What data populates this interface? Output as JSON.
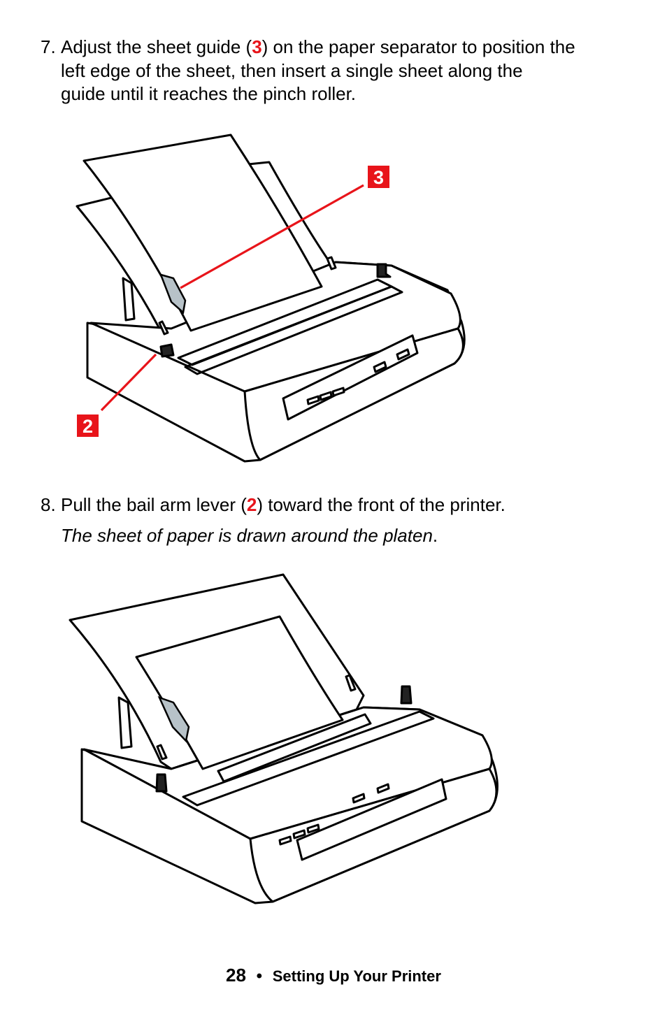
{
  "step7": {
    "number": "7.",
    "line1_a": "Adjust the sheet guide (",
    "line1_ref": "3",
    "line1_b": ") on the paper separator to position the",
    "line2": "left edge of the sheet, then insert a single sheet along the",
    "line3": "guide until it reaches the pinch roller."
  },
  "step8": {
    "number": "8.",
    "line1_a": "Pull the bail arm lever (",
    "line1_ref": "2",
    "line1_b": ") toward the front of the printer.",
    "result_italic": "The sheet of paper is drawn around the platen",
    "result_period": "."
  },
  "figure1": {
    "callout_top": "3",
    "callout_bottom": "2",
    "callout_color": "#e8141a"
  },
  "footer": {
    "page_number": "28",
    "separator": "•",
    "section": "Setting Up Your Printer"
  }
}
